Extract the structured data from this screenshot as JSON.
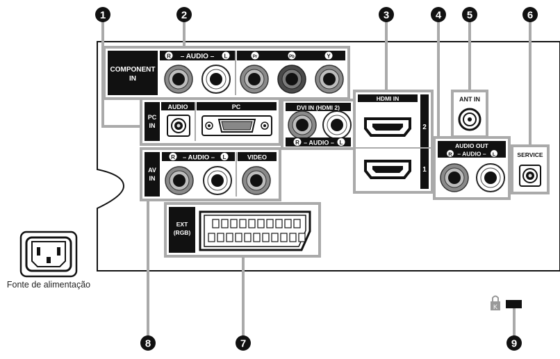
{
  "callouts": [
    "1",
    "2",
    "3",
    "4",
    "5",
    "6",
    "7",
    "8",
    "9"
  ],
  "component": {
    "label_line1": "COMPONENT",
    "label_line2": "IN",
    "audio_header": "– AUDIO –",
    "audio_r": "R",
    "audio_l": "L",
    "pr": "Pr",
    "pb": "Pb",
    "y": "Y"
  },
  "pc": {
    "label_line1": "PC",
    "label_line2": "IN",
    "audio_header": "AUDIO",
    "pc_header": "PC"
  },
  "dvi": {
    "header": "DVI IN (HDMI 2)",
    "audio_r": "R",
    "audio_text": "– AUDIO –",
    "audio_l": "L"
  },
  "hdmi": {
    "header": "HDMI IN",
    "port2": "2",
    "port1": "1"
  },
  "ant": {
    "header": "ANT IN"
  },
  "audio_out": {
    "header": "AUDIO OUT",
    "audio_r": "R",
    "audio_text": "– AUDIO –",
    "audio_l": "L"
  },
  "service": {
    "header": "SERVICE"
  },
  "av": {
    "label_line1": "AV",
    "label_line2": "IN",
    "audio_header": "– AUDIO –",
    "audio_r": "R",
    "audio_l": "L",
    "video_header": "VIDEO"
  },
  "ext": {
    "label_line1": "EXT",
    "label_line2": "(RGB)"
  },
  "power": {
    "label": "Fonte de alimentação"
  },
  "kensington": {
    "icon_letter": "K"
  },
  "colors": {
    "label_bg": "#111111",
    "jack_grey": "#5a5a5a",
    "panel_outline": "#111111",
    "group_border": "#aaaaaa"
  }
}
